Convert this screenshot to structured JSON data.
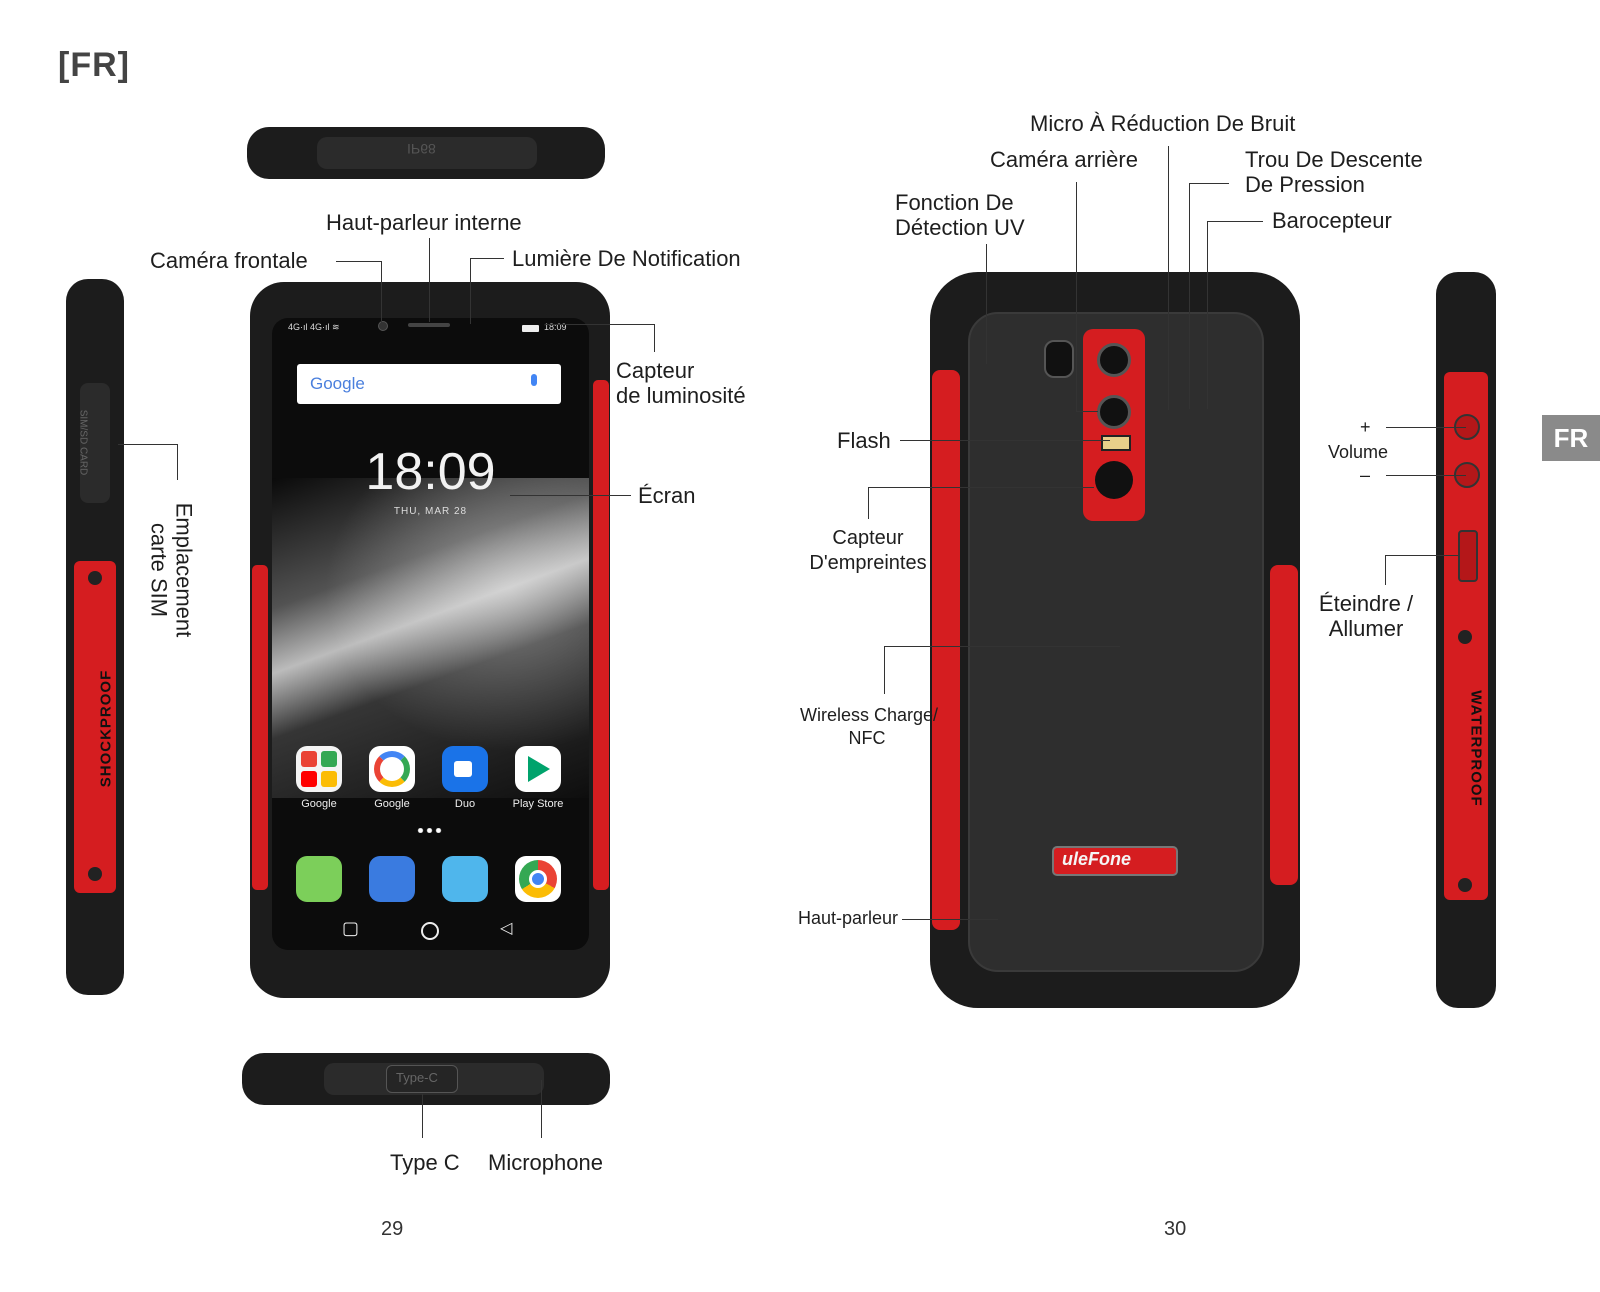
{
  "header": {
    "lang": "[FR]"
  },
  "side_tab": "FR",
  "front": {
    "labels": {
      "front_camera": "Caméra frontale",
      "earpiece": "Haut-parleur interne",
      "notification_light": "Lumière De Notification",
      "light_sensor": "Capteur\nde luminosité",
      "screen": "Écran",
      "sim_slot": "Emplacement\ncarte SIM",
      "type_c": "Type C",
      "microphone": "Microphone"
    },
    "side_print": "SHOCKPROOF",
    "port_print": "Type-C",
    "top_print": "IP68",
    "sim_print": "SIM/SD CARD"
  },
  "screen_ui": {
    "status_time": "18:09",
    "search_brand": "Google",
    "clock": "18:09",
    "date": "THU, MAR 28",
    "apps_row1": [
      "Google",
      "Google",
      "Duo",
      "Play Store"
    ],
    "nav": {
      "square": "▢",
      "home": "○",
      "back": "◁"
    }
  },
  "back": {
    "labels": {
      "noise_mic": "Micro À Réduction De Bruit",
      "rear_camera": "Caméra arrière",
      "pressure_hole": "Trou De Descente\nDe Pression",
      "uv": "Fonction De\nDétection UV",
      "barometer": "Barocepteur",
      "flash": "Flash",
      "fingerprint": "Capteur\nD'empreintes",
      "wireless": "Wireless Charge/\nNFC",
      "speaker": "Haut-parleur",
      "vol_plus": "+",
      "volume": "Volume",
      "vol_minus": "–",
      "power": "Éteindre /\nAllumer"
    },
    "logo": "uleFone",
    "side_print": "WATERPROOF"
  },
  "pages": {
    "left": "29",
    "right": "30"
  }
}
